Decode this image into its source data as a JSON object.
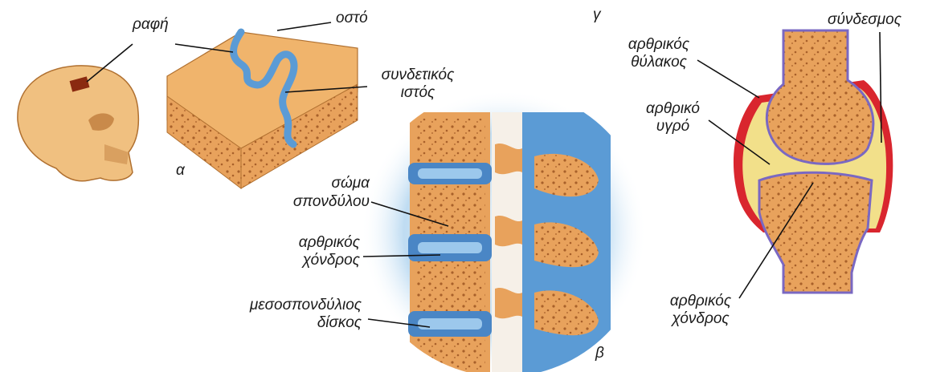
{
  "panel_a": {
    "letter": "α",
    "suture_label": "ραφή",
    "bone_label": "οστό",
    "tissue_label_1": "συνδετικός",
    "tissue_label_2": "ιστός"
  },
  "panel_b": {
    "letter": "β",
    "body_label_1": "σώμα",
    "body_label_2": "σπονδύλου",
    "cartilage_label_1": "αρθρικός",
    "cartilage_label_2": "χόνδρος",
    "disc_label_1": "μεσοσπονδύλιος",
    "disc_label_2": "δίσκος"
  },
  "panel_c": {
    "letter": "γ",
    "ligament_label": "σύνδεσμος",
    "capsule_label_1": "αρθρικός",
    "capsule_label_2": "θύλακος",
    "fluid_label_1": "αρθρικό",
    "fluid_label_2": "υγρό",
    "cartilage_label_1": "αρθρικός",
    "cartilage_label_2": "χόνδρος"
  },
  "colors": {
    "bone": "#e8a25c",
    "bone_dark": "#c97a3a",
    "connective": "#5b9bd5",
    "capsule": "#d9262e",
    "fluid": "#f2e08a",
    "halo": "#bfdcf2"
  }
}
